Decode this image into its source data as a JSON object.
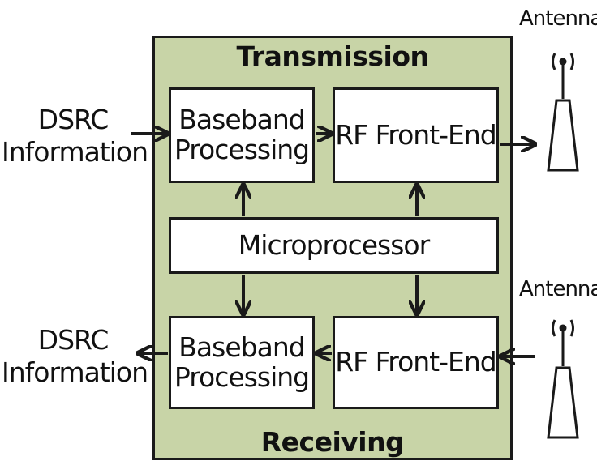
{
  "diagram": {
    "transmission_title": "Transmission",
    "receiving_title": "Receiving",
    "tx_baseband": "Baseband Processing",
    "tx_rf": "RF Front-End",
    "microprocessor": "Microprocessor",
    "rx_baseband": "Baseband Processing",
    "rx_rf": "RF Front-End",
    "dsrc_in": "DSRC Information",
    "dsrc_out": "DSRC Information",
    "antenna_top": "Antenna",
    "antenna_bottom": "Antenna"
  },
  "icons": [
    "antenna-icon",
    "arrow-icon"
  ],
  "colors": {
    "panel": "#c8d4a7",
    "box": "#ffffff",
    "stroke": "#1a1a1a"
  }
}
